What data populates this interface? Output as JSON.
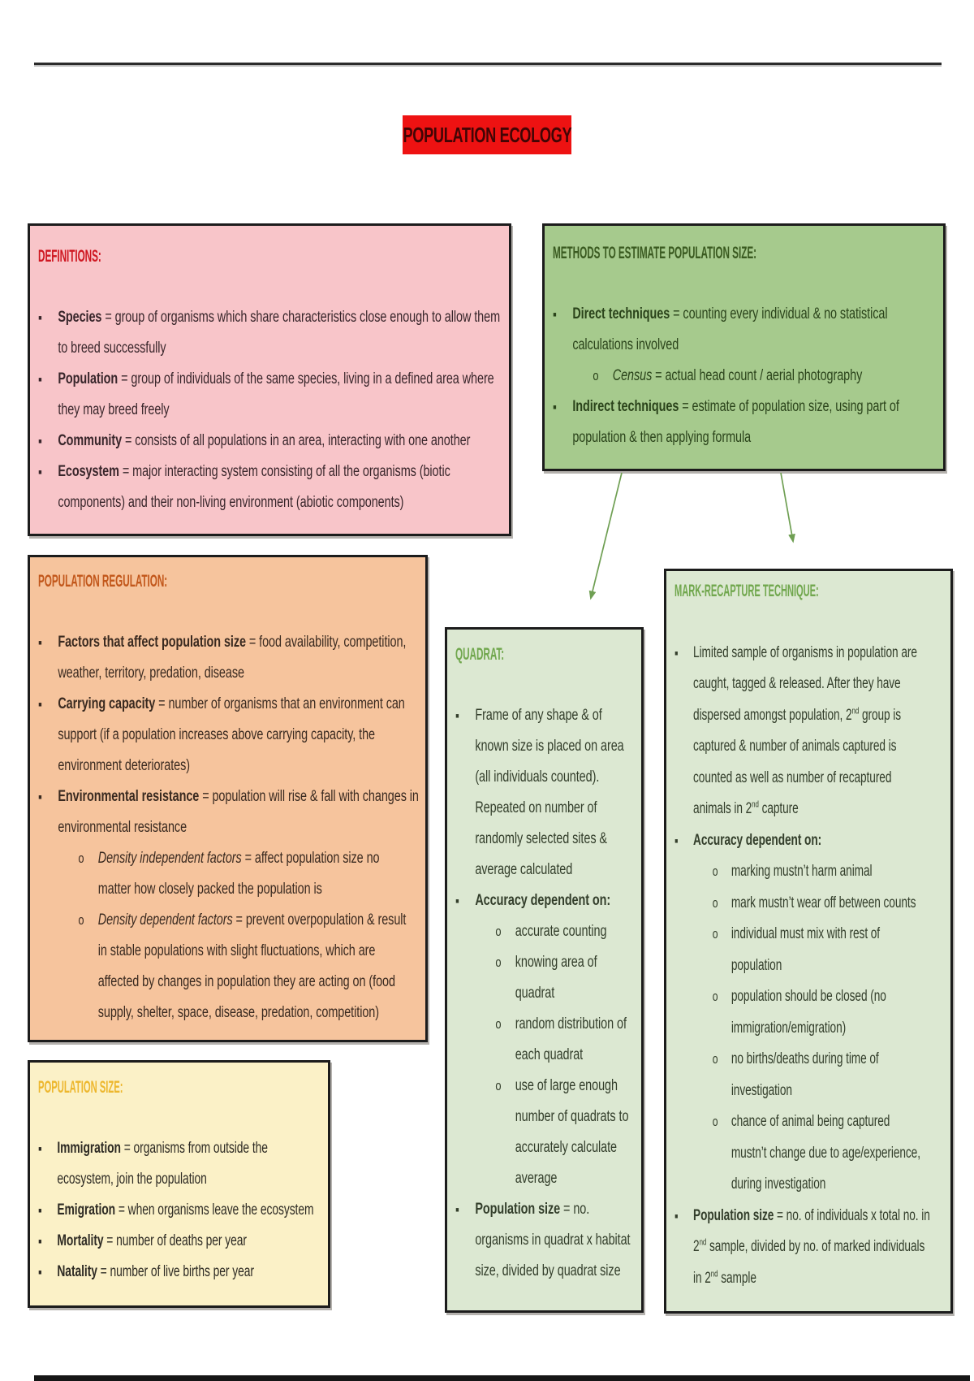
{
  "page": {
    "title": "POPULATION ECOLOGY",
    "title_bg": "#ee1212",
    "title_color": "#420505"
  },
  "arrows": {
    "color": "#6f9f53"
  },
  "boxes": [
    {
      "id": "definitions",
      "title": "DEFINITIONS:",
      "bg": "#f8c5c9",
      "title_color": "#cf1721",
      "text_color": "#39262b",
      "items": [
        {
          "level": 1,
          "lead": "Species",
          "lead_style": "bold",
          "text": " = group of organisms which share characteristics close enough to allow them\nto breed successfully"
        },
        {
          "level": 1,
          "lead": "Population",
          "lead_style": "bold",
          "text": " = group of individuals of the same species, living in a defined area where\nthey may breed freely"
        },
        {
          "level": 1,
          "lead": "Community",
          "lead_style": "bold",
          "text": " = consists of all populations in an area, interacting with one another"
        },
        {
          "level": 1,
          "lead": "Ecosystem",
          "lead_style": "bold",
          "text": " = major interacting system consisting of all the organisms (biotic\ncomponents) and their non-living environment (abiotic components)"
        }
      ]
    },
    {
      "id": "methods",
      "title": "METHODS TO ESTIMATE POPULATION SIZE:",
      "bg": "#a6ca8d",
      "title_color": "#3a5a20",
      "text_color": "#2a431a",
      "items": [
        {
          "level": 1,
          "lead": "Direct techniques",
          "lead_style": "bold",
          "text": " = counting every individual & no statistical\ncalculations involved"
        },
        {
          "level": 2,
          "lead": "Census",
          "lead_style": "italic",
          "text": " = actual head count / aerial photography"
        },
        {
          "level": 1,
          "lead": "Indirect techniques",
          "lead_style": "bold",
          "text": " = estimate of population size, using part of\npopulation & then applying formula"
        }
      ]
    },
    {
      "id": "regulation",
      "title": "POPULATION REGULATION:",
      "bg": "#f6c49d",
      "title_color": "#c2571b",
      "text_color": "#3a2a20",
      "items": [
        {
          "level": 1,
          "lead": "Factors that affect population size",
          "lead_style": "bold",
          "text": " = food availability, competition,\nweather, territory, predation, disease"
        },
        {
          "level": 1,
          "lead": "Carrying capacity",
          "lead_style": "bold",
          "text": " = number of organisms that an environment can\nsupport (if a population increases above carrying capacity, the\nenvironment deteriorates)"
        },
        {
          "level": 1,
          "lead": "Environmental resistance",
          "lead_style": "bold",
          "text": " = population will rise & fall with changes in\nenvironmental resistance"
        },
        {
          "level": 2,
          "lead": "Density independent factors",
          "lead_style": "italic",
          "text": " = affect population size no\nmatter how closely packed the population is"
        },
        {
          "level": 2,
          "lead": "Density dependent factors",
          "lead_style": "italic",
          "text": " = prevent overpopulation & result\nin stable populations with slight fluctuations, which are\naffected by changes in population they are acting on (food\nsupply, shelter, space, disease, predation, competition)"
        }
      ]
    },
    {
      "id": "size",
      "title": "POPULATION SIZE:",
      "bg": "#fbf1c7",
      "title_color": "#edb72e",
      "text_color": "#2e2b24",
      "items": [
        {
          "level": 1,
          "lead": "Immigration",
          "lead_style": "bold",
          "text": " = organisms from outside the\necosystem, join the population"
        },
        {
          "level": 1,
          "lead": "Emigration",
          "lead_style": "bold",
          "text": " = when organisms leave the ecosystem"
        },
        {
          "level": 1,
          "lead": "Mortality",
          "lead_style": "bold",
          "text": " = number of deaths per year"
        },
        {
          "level": 1,
          "lead": "Natality",
          "lead_style": "bold",
          "text": " = number of live births per year"
        }
      ]
    },
    {
      "id": "quadrat",
      "title": "QUADRAT:",
      "bg": "#dce8d2",
      "title_color": "#71a74e",
      "text_color": "#333e2b",
      "items": [
        {
          "level": 1,
          "text": "Frame of any shape & of\nknown size is placed on area\n(all individuals counted).\nRepeated on number of\nrandomly selected sites &\naverage calculated"
        },
        {
          "level": 1,
          "lead": "Accuracy dependent on:",
          "lead_style": "bold",
          "text": ""
        },
        {
          "level": 2,
          "text": "accurate counting"
        },
        {
          "level": 2,
          "text": "knowing area of\nquadrat"
        },
        {
          "level": 2,
          "text": "random distribution of\neach quadrat"
        },
        {
          "level": 2,
          "text": "use of large enough\nnumber of quadrats to\naccurately calculate\naverage"
        },
        {
          "level": 1,
          "lead": "Population size",
          "lead_style": "bold",
          "text": " = no.\norganisms in quadrat x habitat\nsize, divided by quadrat size"
        }
      ]
    },
    {
      "id": "recapture",
      "title": "MARK-RECAPTURE TECHNIQUE:",
      "bg": "#dce8d2",
      "title_color": "#71a74e",
      "text_color": "#333e2b",
      "items": [
        {
          "level": 1,
          "text": "Limited sample of organisms in population are\ncaught, tagged & released. After they have\ndispersed amongst population, 2^{nd} group is\ncaptured & number of animals captured is\ncounted as well as number of recaptured\nanimals in 2^{nd} capture"
        },
        {
          "level": 1,
          "lead": "Accuracy dependent on:",
          "lead_style": "bold",
          "text": ""
        },
        {
          "level": 2,
          "text": "marking mustn’t harm animal"
        },
        {
          "level": 2,
          "text": "mark mustn’t wear off between counts"
        },
        {
          "level": 2,
          "text": "individual must mix with rest of\npopulation"
        },
        {
          "level": 2,
          "text": "population should be closed (no\nimmigration/emigration)"
        },
        {
          "level": 2,
          "text": "no births/deaths during time of\ninvestigation"
        },
        {
          "level": 2,
          "text": "chance of animal being captured\nmustn’t change due to age/experience,\nduring investigation"
        },
        {
          "level": 1,
          "lead": "Population size",
          "lead_style": "bold",
          "text": " = no. of individuals x total no. in\n2^{nd} sample, divided by no. of marked individuals\nin 2^{nd} sample"
        }
      ]
    }
  ]
}
